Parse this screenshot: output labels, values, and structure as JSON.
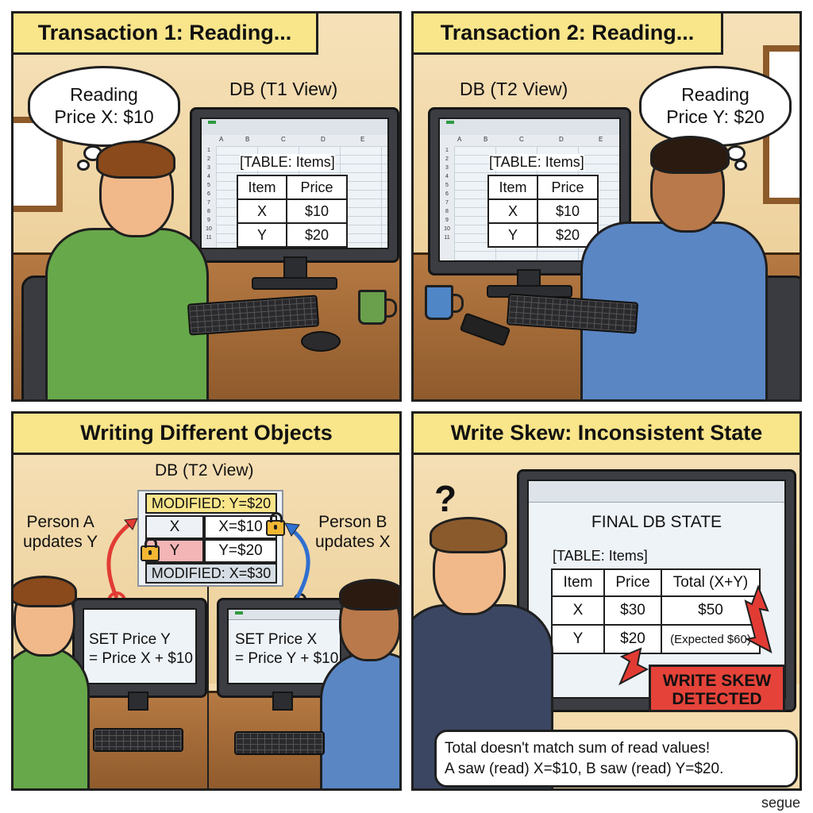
{
  "panels": {
    "p1": {
      "title": "Transaction 1: Reading...",
      "thought_line1": "Reading",
      "thought_line2": "Price X: $10",
      "db_label": "DB (T1 View)",
      "table_caption": "[TABLE: Items]",
      "table": {
        "headers": [
          "Item",
          "Price"
        ],
        "rows": [
          [
            "X",
            "$10"
          ],
          [
            "Y",
            "$20"
          ]
        ]
      },
      "col_letters": [
        "A",
        "B",
        "C",
        "D",
        "E"
      ],
      "row_numbers": [
        "1",
        "2",
        "3",
        "4",
        "5",
        "6",
        "7",
        "8",
        "9",
        "10",
        "11"
      ]
    },
    "p2": {
      "title": "Transaction 2: Reading...",
      "thought_line1": "Reading",
      "thought_line2": "Price Y: $20",
      "db_label": "DB (T2 View)",
      "table_caption": "[TABLE: Items]",
      "table": {
        "headers": [
          "Item",
          "Price"
        ],
        "rows": [
          [
            "X",
            "$10"
          ],
          [
            "Y",
            "$20"
          ]
        ]
      },
      "col_letters": [
        "A",
        "B",
        "C",
        "D",
        "E"
      ],
      "row_numbers": [
        "1",
        "2",
        "3",
        "4",
        "5",
        "6",
        "7",
        "8",
        "9",
        "10",
        "11"
      ]
    },
    "p3": {
      "title": "Writing Different Objects",
      "db_label": "DB (T2 View)",
      "modified_top": "MODIFIED: Y=$20",
      "rows": [
        [
          "X",
          "X=$10"
        ],
        [
          "Y",
          "Y=$20"
        ]
      ],
      "modified_bottom": "MODIFIED: X=$30",
      "person_a_line1": "Person A",
      "person_a_line2": "updates Y",
      "person_b_line1": "Person B",
      "person_b_line2": "updates X",
      "code_a_line1": "SET Price Y",
      "code_a_line2": "= Price X + $10",
      "code_b_line1": "SET Price X",
      "code_b_line2": "= Price Y + $10"
    },
    "p4": {
      "title": "Write Skew: Inconsistent State",
      "question": "?",
      "final_title": "FINAL DB STATE",
      "table_caption": "[TABLE: Items]",
      "table": {
        "headers": [
          "Item",
          "Price",
          "Total (X+Y)"
        ],
        "rows": [
          [
            "X",
            "$30",
            "$50"
          ],
          [
            "Y",
            "$20",
            "(Expected $60)"
          ]
        ]
      },
      "badge_line1": "WRITE SKEW",
      "badge_line2": "DETECTED",
      "speech_line1": "Total doesn't match sum of read values!",
      "speech_line2": "A saw (read) X=$10, B saw (read) Y=$20."
    }
  },
  "watermark": "segue",
  "colors": {
    "banner": "#f9e58a",
    "wall": "#f4dcae",
    "desk": "#b67a43",
    "person_a_shirt": "#67a84a",
    "person_b_shirt": "#5a86c4",
    "suit": "#3b4662",
    "alert_red": "#e5433a",
    "arrow_red": "#e23b34",
    "arrow_blue": "#2f6fd0",
    "lock": "#f2b733",
    "modified_bar": "#f9e58a",
    "highlight_y": "#f3b5b5"
  },
  "icons": [
    "thought-bubble",
    "lock-icon",
    "question-icon",
    "mug-icon",
    "keyboard-icon",
    "mouse-icon",
    "phone-icon"
  ]
}
